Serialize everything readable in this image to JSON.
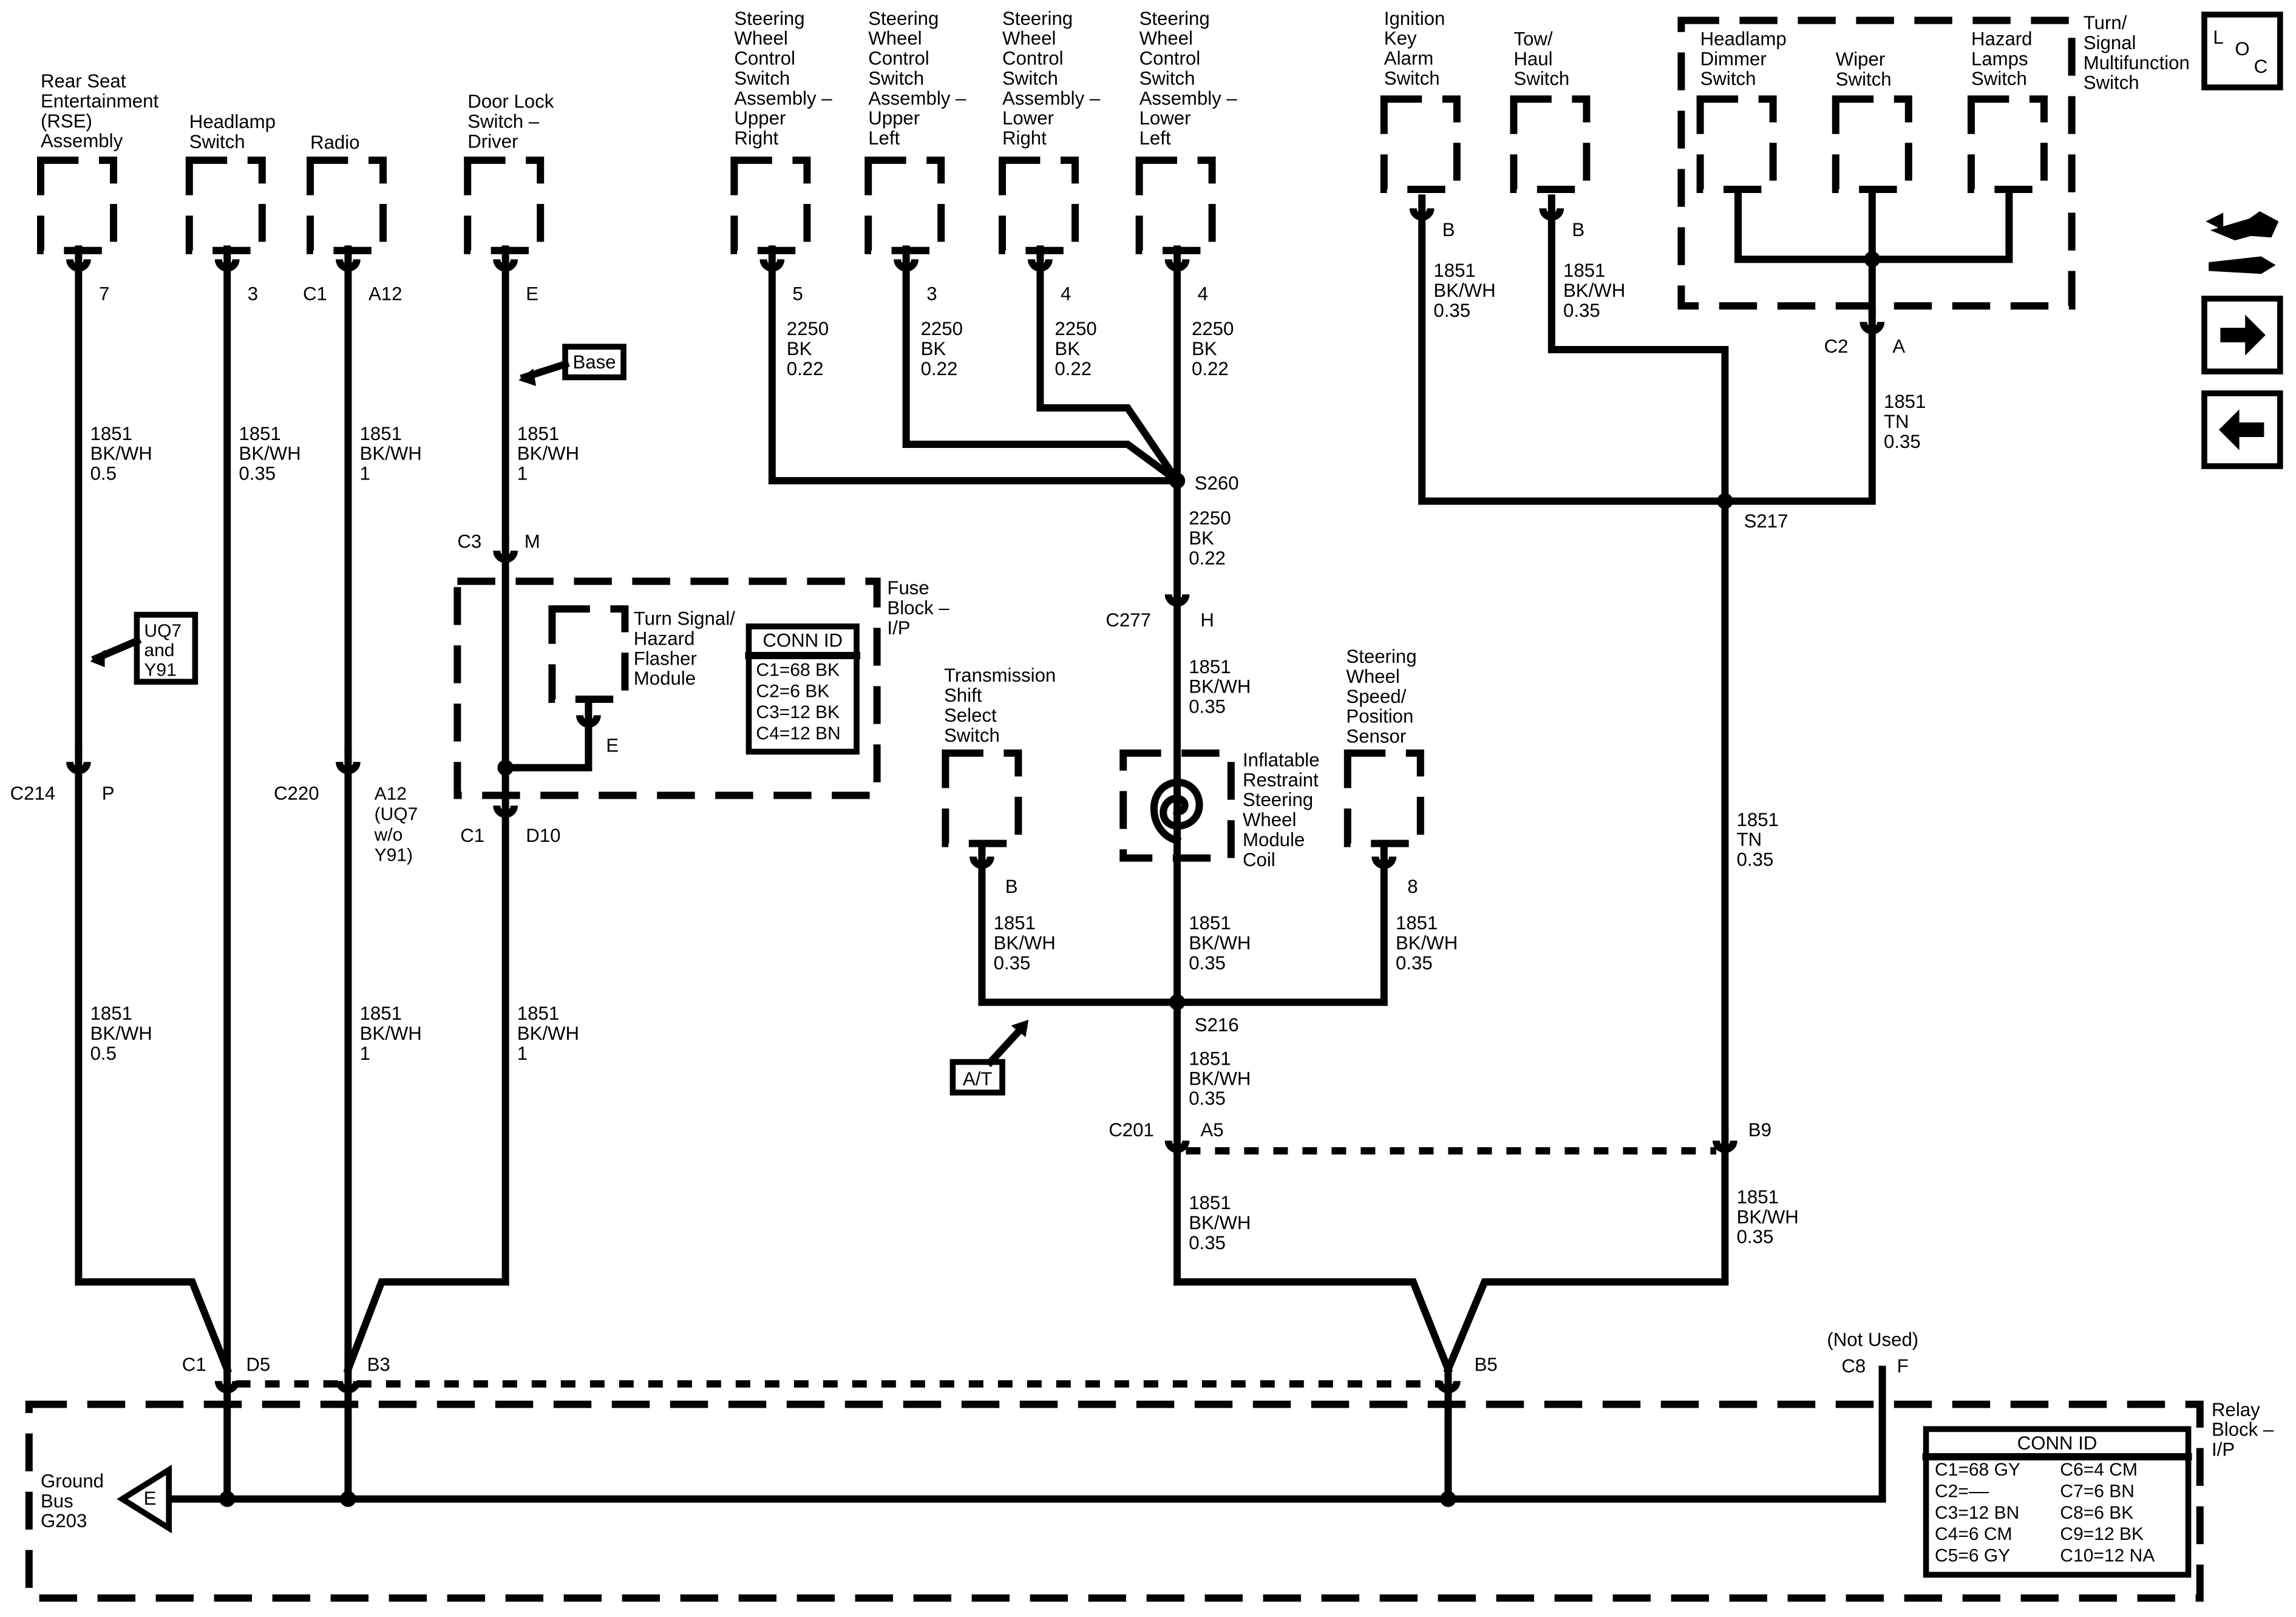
{
  "components": {
    "rse": [
      "Rear Seat",
      "Entertainment",
      "(RSE)",
      "Assembly"
    ],
    "headlamp": [
      "Headlamp",
      "Switch"
    ],
    "radio": [
      "Radio"
    ],
    "doorlock": [
      "Door Lock",
      "Switch –",
      "Driver"
    ],
    "swc_ur": [
      "Steering",
      "Wheel",
      "Control",
      "Switch",
      "Assembly –",
      "Upper",
      "Right"
    ],
    "swc_ul": [
      "Steering",
      "Wheel",
      "Control",
      "Switch",
      "Assembly –",
      "Upper",
      "Left"
    ],
    "swc_lr": [
      "Steering",
      "Wheel",
      "Control",
      "Switch",
      "Assembly –",
      "Lower",
      "Right"
    ],
    "swc_ll": [
      "Steering",
      "Wheel",
      "Control",
      "Switch",
      "Assembly –",
      "Lower",
      "Left"
    ],
    "ign": [
      "Ignition",
      "Key",
      "Alarm",
      "Switch"
    ],
    "tow": [
      "Tow/",
      "Haul",
      "Switch"
    ],
    "dimmer": [
      "Headlamp",
      "Dimmer",
      "Switch"
    ],
    "wiper": [
      "Wiper",
      "Switch"
    ],
    "hazardsw": [
      "Hazard",
      "Lamps",
      "Switch"
    ],
    "turnmf": [
      "Turn/",
      "Signal",
      "Multifunction",
      "Switch"
    ],
    "flasher": [
      "Turn Signal/",
      "Hazard",
      "Flasher",
      "Module"
    ],
    "fuseblock": [
      "Fuse",
      "Block –",
      "I/P"
    ],
    "trans": [
      "Transmission",
      "Shift",
      "Select",
      "Switch"
    ],
    "coil": [
      "Inflatable",
      "Restraint",
      "Steering",
      "Wheel",
      "Module",
      "Coil"
    ],
    "swsensor": [
      "Steering",
      "Wheel",
      "Speed/",
      "Position",
      "Sensor"
    ],
    "relayblock": [
      "Relay",
      "Block –",
      "I/P"
    ],
    "ground": [
      "Ground",
      "Bus",
      "G203"
    ]
  },
  "pins": {
    "rse": "7",
    "headlamp": "3",
    "radio_c": "C1",
    "radio_p": "A12",
    "doorlock": "E",
    "swc_ur": "5",
    "swc_ul": "3",
    "swc_lr": "4",
    "swc_ll": "4",
    "ign": "B",
    "tow": "B",
    "turn_c": "C2",
    "turn_p": "A",
    "c3_c": "C3",
    "c3_p": "M",
    "flasher": "E",
    "c1_c": "C1",
    "c1_p": "D10",
    "c214_c": "C214",
    "c214_p": "P",
    "c220_c": "C220",
    "c220_p": [
      "A12",
      "(UQ7",
      "w/o",
      "Y91)"
    ],
    "c277_c": "C277",
    "c277_p": "H",
    "trans": "B",
    "swsensor": "8",
    "c201_c": "C201",
    "c201_p": "A5",
    "c201_p2": "B9",
    "rb_c1": "C1",
    "rb_d5": "D5",
    "rb_b3": "B3",
    "rb_b5": "B5",
    "rb_c8": "C8",
    "rb_f": "F",
    "not_used": "(Not Used)",
    "ground_e": "E"
  },
  "wires": {
    "rse_up": [
      "1851",
      "BK/WH",
      "0.5"
    ],
    "rse_lo": [
      "1851",
      "BK/WH",
      "0.5"
    ],
    "headlamp": [
      "1851",
      "BK/WH",
      "0.35"
    ],
    "radio_up": [
      "1851",
      "BK/WH",
      "1"
    ],
    "radio_lo": [
      "1851",
      "BK/WH",
      "1"
    ],
    "door_up": [
      "1851",
      "BK/WH",
      "1"
    ],
    "door_lo": [
      "1851",
      "BK/WH",
      "1"
    ],
    "swc_ur": [
      "2250",
      "BK",
      "0.22"
    ],
    "swc_ul": [
      "2250",
      "BK",
      "0.22"
    ],
    "swc_lr": [
      "2250",
      "BK",
      "0.22"
    ],
    "swc_ll": [
      "2250",
      "BK",
      "0.22"
    ],
    "s260_down": [
      "2250",
      "BK",
      "0.22"
    ],
    "c277_down": [
      "1851",
      "BK/WH",
      "0.35"
    ],
    "trans": [
      "1851",
      "BK/WH",
      "0.35"
    ],
    "coil": [
      "1851",
      "BK/WH",
      "0.35"
    ],
    "sensor": [
      "1851",
      "BK/WH",
      "0.35"
    ],
    "s216_down": [
      "1851",
      "BK/WH",
      "0.35"
    ],
    "c201_down": [
      "1851",
      "BK/WH",
      "0.35"
    ],
    "ign": [
      "1851",
      "BK/WH",
      "0.35"
    ],
    "tow": [
      "1851",
      "BK/WH",
      "0.35"
    ],
    "turn": [
      "1851",
      "TN",
      "0.35"
    ],
    "s217_down": [
      "1851",
      "TN",
      "0.35"
    ],
    "b9_down": [
      "1851",
      "BK/WH",
      "0.35"
    ]
  },
  "splices": {
    "s260": "S260",
    "s216": "S216",
    "s217": "S217"
  },
  "callouts": {
    "base": "Base",
    "uq7": [
      "UQ7",
      "and",
      "Y91"
    ],
    "at": "A/T"
  },
  "conn_fuse": {
    "title": "CONN ID",
    "rows": [
      "C1=68 BK",
      "C2=6 BK",
      "C3=12 BK",
      "C4=12 BN"
    ]
  },
  "conn_relay": {
    "title": "CONN ID",
    "left": [
      "C1=68 GY",
      "C2=––",
      "C3=12 BN",
      "C4=6 CM",
      "C5=6 GY"
    ],
    "right": [
      "C6=4 CM",
      "C7=6 BN",
      "C8=6 BK",
      "C9=12 BK",
      "C10=12 NA"
    ]
  },
  "loc": {
    "l": "L",
    "o": "O",
    "c": "C"
  },
  "icons": {
    "tools": "tools-icon",
    "next": "arrow-right-icon",
    "prev": "arrow-left-icon"
  }
}
